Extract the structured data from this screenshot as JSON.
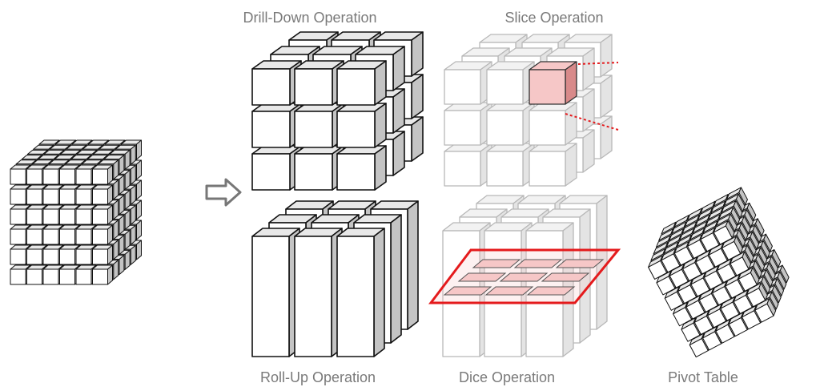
{
  "labels": {
    "drill_down": "Drill-Down Operation",
    "slice": "Slice Operation",
    "roll_up": "Roll-Up Operation",
    "dice": "Dice Operation",
    "pivot": "Pivot Table"
  },
  "colors": {
    "outline": "#111111",
    "face": "#ffffff",
    "top": "#e8e8e8",
    "side": "#c4c4c4",
    "faded_outline": "#b8b8b8",
    "highlight": "#f6c7c7",
    "highlight_side": "#d88a8a",
    "red": "#e41a1c",
    "label": "#7a7a7a"
  },
  "icons": {
    "arrow": "right-arrow-icon"
  }
}
